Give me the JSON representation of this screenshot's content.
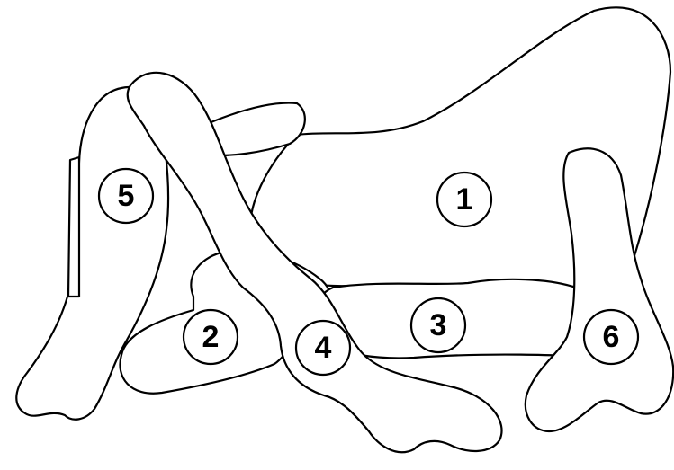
{
  "diagram": {
    "pieces": [
      {
        "id": "1",
        "label": "1"
      },
      {
        "id": "2",
        "label": "2"
      },
      {
        "id": "3",
        "label": "3"
      },
      {
        "id": "4",
        "label": "4"
      },
      {
        "id": "5",
        "label": "5"
      },
      {
        "id": "6",
        "label": "6"
      }
    ],
    "colors": {
      "fill": "#ffffff",
      "stroke": "#000000"
    }
  }
}
